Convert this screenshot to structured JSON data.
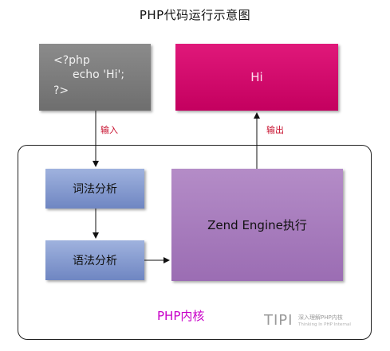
{
  "title": "PHP代码运行示意图",
  "code": {
    "line1": "<?php",
    "line2": "echo 'Hi';",
    "line3": "?>"
  },
  "output_box": "Hi",
  "edges": {
    "input": "输入",
    "output": "输出"
  },
  "kernel": {
    "label": "PHP内核",
    "lexer": "词法分析",
    "parser": "语法分析",
    "engine": "Zend Engine执行"
  },
  "watermark": {
    "logo": "TIPI",
    "subtitle_cn": "深入理解PHP内核",
    "subtitle_en": "Thinking In PHP Internal"
  },
  "colors": {
    "code_box": "#7d7d7d",
    "output_box": "#d60c6e",
    "analysis_boxes": "#8598cf",
    "engine_box": "#a87ebe",
    "edge_labels": "#c8102e",
    "kernel_label": "#c800c8"
  }
}
